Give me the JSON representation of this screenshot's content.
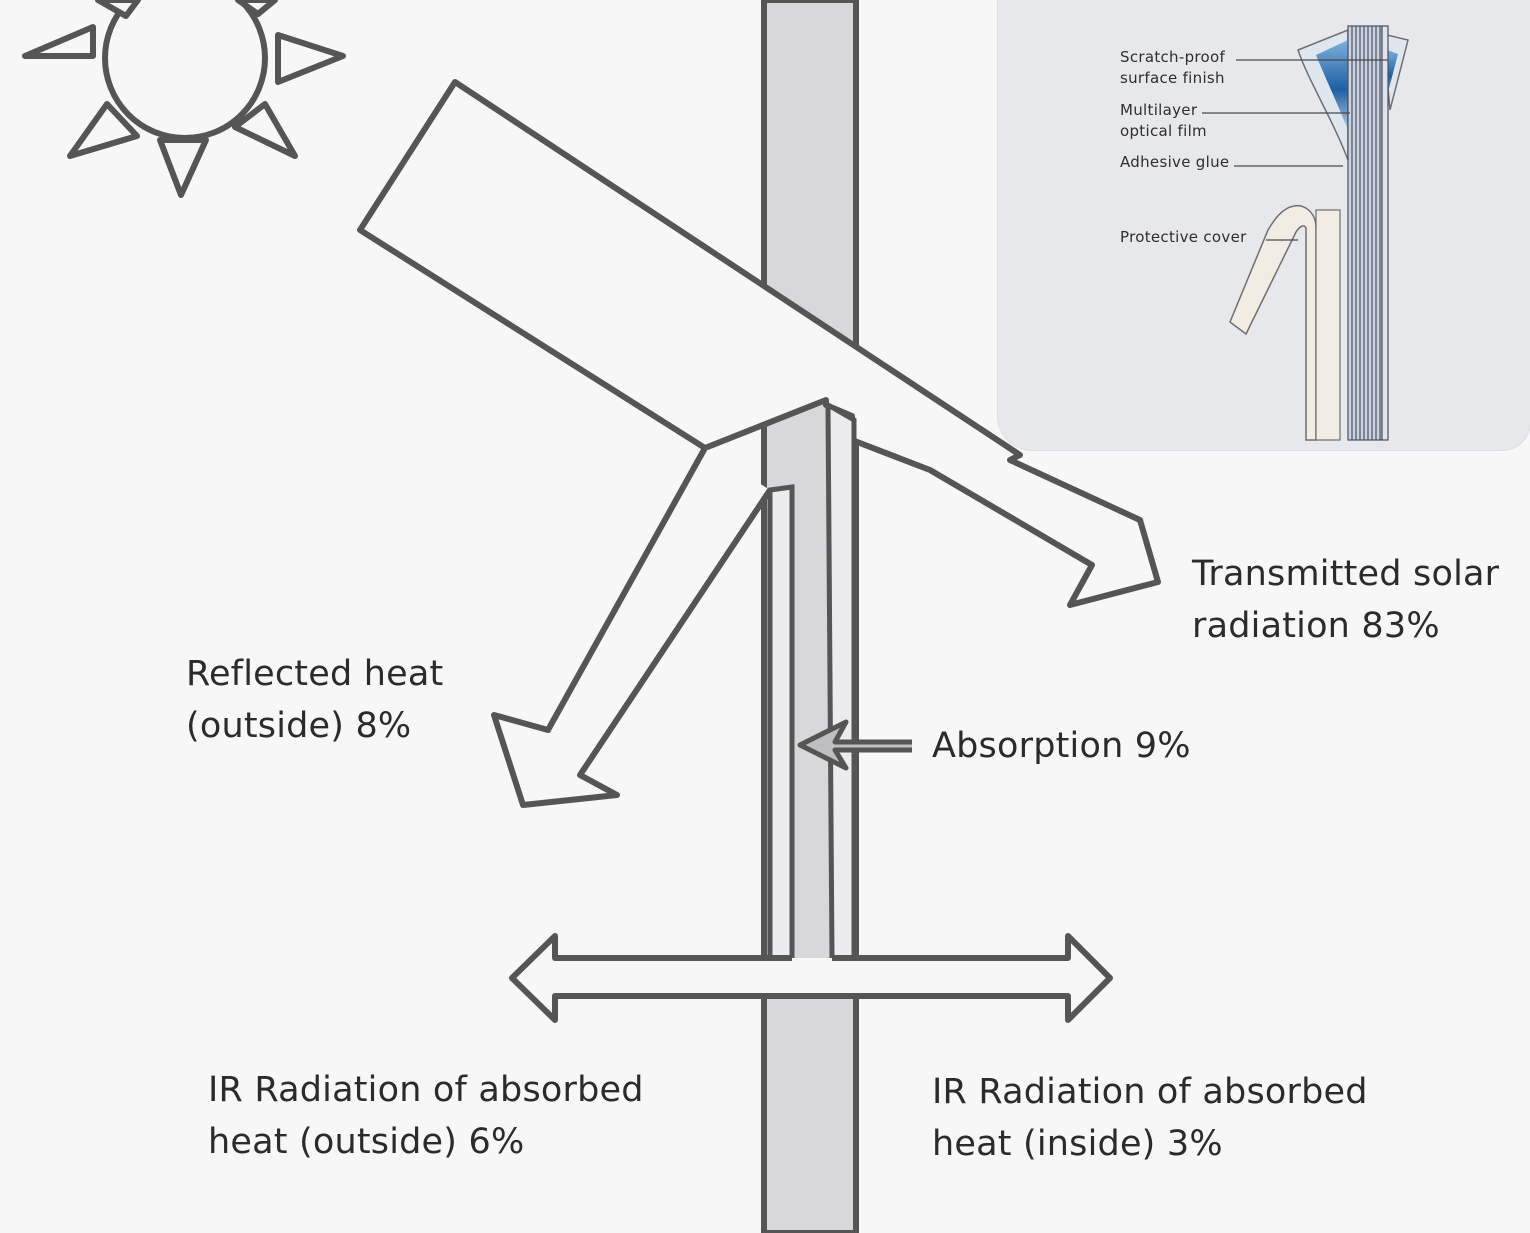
{
  "diagram": {
    "labels": {
      "transmitted": [
        "Transmitted solar",
        "radiation 83%"
      ],
      "reflected": [
        "Reflected heat",
        "(outside) 8%"
      ],
      "absorption": [
        "Absorption 9%"
      ],
      "ir_outside": [
        "IR Radiation of absorbed",
        "heat (outside) 6%"
      ],
      "ir_inside": [
        "IR Radiation of absorbed",
        "heat (inside) 3%"
      ]
    },
    "inset_labels": {
      "scratch_proof": [
        "Scratch-proof",
        "surface finish"
      ],
      "multilayer": [
        "Multilayer",
        "optical film"
      ],
      "adhesive": [
        "Adhesive glue"
      ],
      "protective": [
        "Protective cover"
      ]
    },
    "colors": {
      "outline": "#555555",
      "glass": "#d6d6d9",
      "film_blue": "#1d5fa3",
      "cover": "#f1ede4"
    },
    "icons": [
      "sun-icon"
    ]
  }
}
